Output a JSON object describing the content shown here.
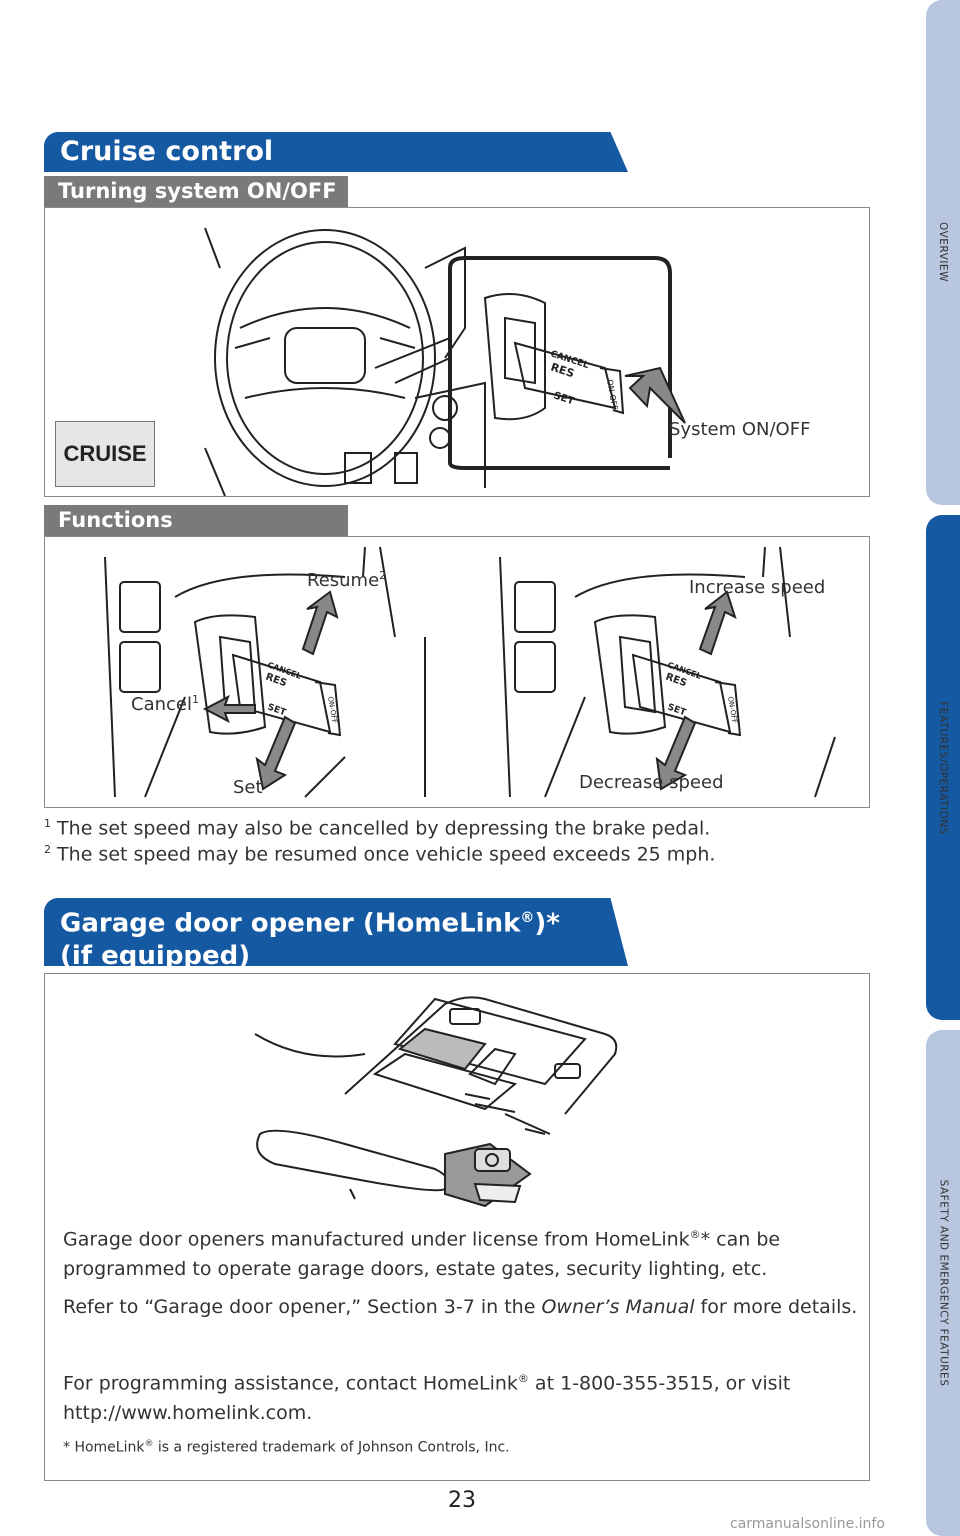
{
  "side_tabs": [
    {
      "label": "OVERVIEW",
      "color": "#b9c6e0"
    },
    {
      "label": "FEATURES/OPERATIONS",
      "color": "#1459a1"
    },
    {
      "label": "SAFETY AND EMERGENCY FEATURES",
      "color": "#b9c6e0"
    }
  ],
  "cruise": {
    "title": "Cruise control",
    "turning_header": "Turning system ON/OFF",
    "badge": "CRUISE",
    "system_label": "System ON/OFF",
    "functions_header": "Functions",
    "lever_text": {
      "cancel": "CANCEL",
      "res": "RES",
      "set": "SET",
      "onoff": "ON-OFF"
    },
    "labels": {
      "resume": "Resume",
      "resume_sup": "2",
      "cancel": "Cancel",
      "cancel_sup": "1",
      "set": "Set",
      "increase": "Increase speed",
      "decrease": "Decrease speed"
    },
    "footnotes": [
      {
        "num": "1",
        "text": "The set speed may also be cancelled by depressing the brake pedal."
      },
      {
        "num": "2",
        "text": "The set speed may be resumed once vehicle speed exceeds 25 mph."
      }
    ]
  },
  "garage": {
    "title_line1": "Garage door opener (HomeLink",
    "title_reg": "®",
    "title_tail": ")*",
    "title_line2": "(if equipped)",
    "para1_a": "Garage door openers manufactured under license from HomeLink",
    "para1_reg": "®",
    "para1_b": "* can be programmed to operate garage doors, estate gates, security lighting, etc.",
    "para2_a": "Refer to “Garage door opener,” Section 3-7 in the ",
    "para2_em": "Owner’s Manual",
    "para2_b": " for more details.",
    "para3_a": "For programming assistance, contact HomeLink",
    "para3_reg": "®",
    "para3_b": " at 1-800-355-3515, or visit http://www.homelink.com.",
    "trademark_a": "* HomeLink",
    "trademark_reg": "®",
    "trademark_b": " is a registered trademark of Johnson Controls, Inc."
  },
  "page_number": "23",
  "watermark": "carmanualsonline.info"
}
